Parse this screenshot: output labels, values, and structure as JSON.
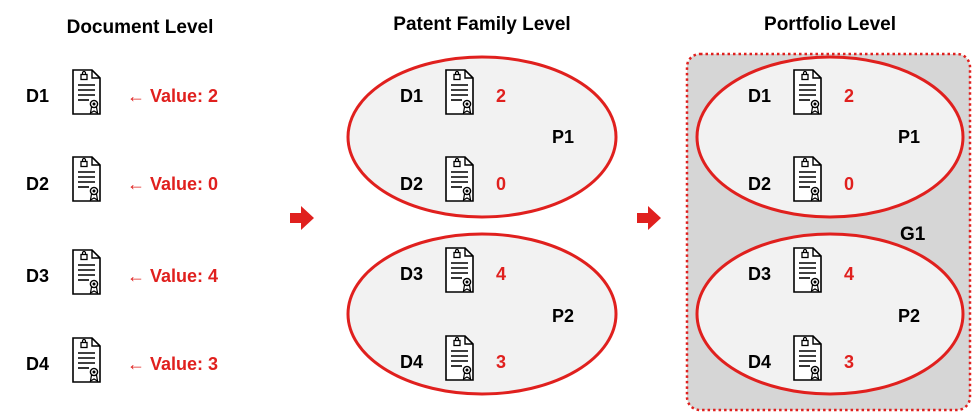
{
  "headers": {
    "document_level": "Document Level",
    "patent_family_level": "Patent Family Level",
    "portfolio_level": "Portfolio Level"
  },
  "colors": {
    "accent_red": "#e0201e",
    "portfolio_bg": "#d6d6d6",
    "ellipse_fill": "#f2f2f2"
  },
  "documents": [
    {
      "id": "D1",
      "value_text": "← Value: 2",
      "value": "2"
    },
    {
      "id": "D2",
      "value_text": "← Value: 0",
      "value": "0"
    },
    {
      "id": "D3",
      "value_text": "← Value: 4",
      "value": "4"
    },
    {
      "id": "D4",
      "value_text": "← Value: 3",
      "value": "3"
    }
  ],
  "families": [
    {
      "label": "P1"
    },
    {
      "label": "P2"
    }
  ],
  "portfolio": {
    "label": "G1"
  },
  "icons": {
    "document": "certificate-document-icon",
    "arrow": "right-arrow-icon"
  }
}
